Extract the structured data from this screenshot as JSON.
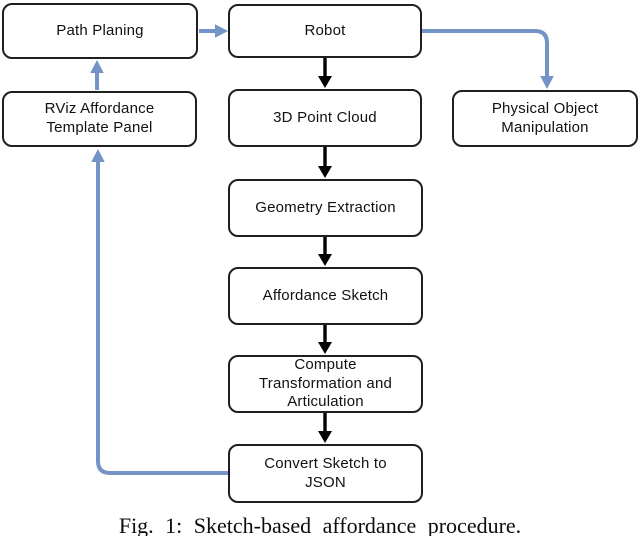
{
  "figure": {
    "caption": "Fig. 1: Sketch-based affordance procedure.",
    "colors": {
      "arrow_blue": "#7494c8",
      "arrow_black": "#000000",
      "box_border": "#1f1f1f",
      "background": "#ffffff"
    }
  },
  "diagram": {
    "boxes": [
      {
        "id": "path-planning",
        "label": "Path Planing"
      },
      {
        "id": "robot",
        "label": "Robot"
      },
      {
        "id": "rviz-panel",
        "label": "RViz Affordance Template Panel"
      },
      {
        "id": "point-cloud",
        "label": "3D Point Cloud"
      },
      {
        "id": "physical-object",
        "label": "Physical Object Manipulation"
      },
      {
        "id": "geometry-extraction",
        "label": "Geometry Extraction"
      },
      {
        "id": "affordance-sketch",
        "label": "Affordance Sketch"
      },
      {
        "id": "compute-transformation",
        "label": "Compute Transformation and Articulation"
      },
      {
        "id": "convert-json",
        "label": "Convert Sketch to JSON"
      }
    ],
    "edges": [
      {
        "from": "path-planning",
        "to": "robot",
        "color": "blue"
      },
      {
        "from": "rviz-panel",
        "to": "path-planning",
        "color": "blue"
      },
      {
        "from": "robot",
        "to": "physical-object",
        "color": "blue"
      },
      {
        "from": "robot",
        "to": "point-cloud",
        "color": "black"
      },
      {
        "from": "point-cloud",
        "to": "geometry-extraction",
        "color": "black"
      },
      {
        "from": "geometry-extraction",
        "to": "affordance-sketch",
        "color": "black"
      },
      {
        "from": "affordance-sketch",
        "to": "compute-transformation",
        "color": "black"
      },
      {
        "from": "compute-transformation",
        "to": "convert-json",
        "color": "black"
      },
      {
        "from": "convert-json",
        "to": "rviz-panel",
        "color": "blue"
      }
    ]
  }
}
